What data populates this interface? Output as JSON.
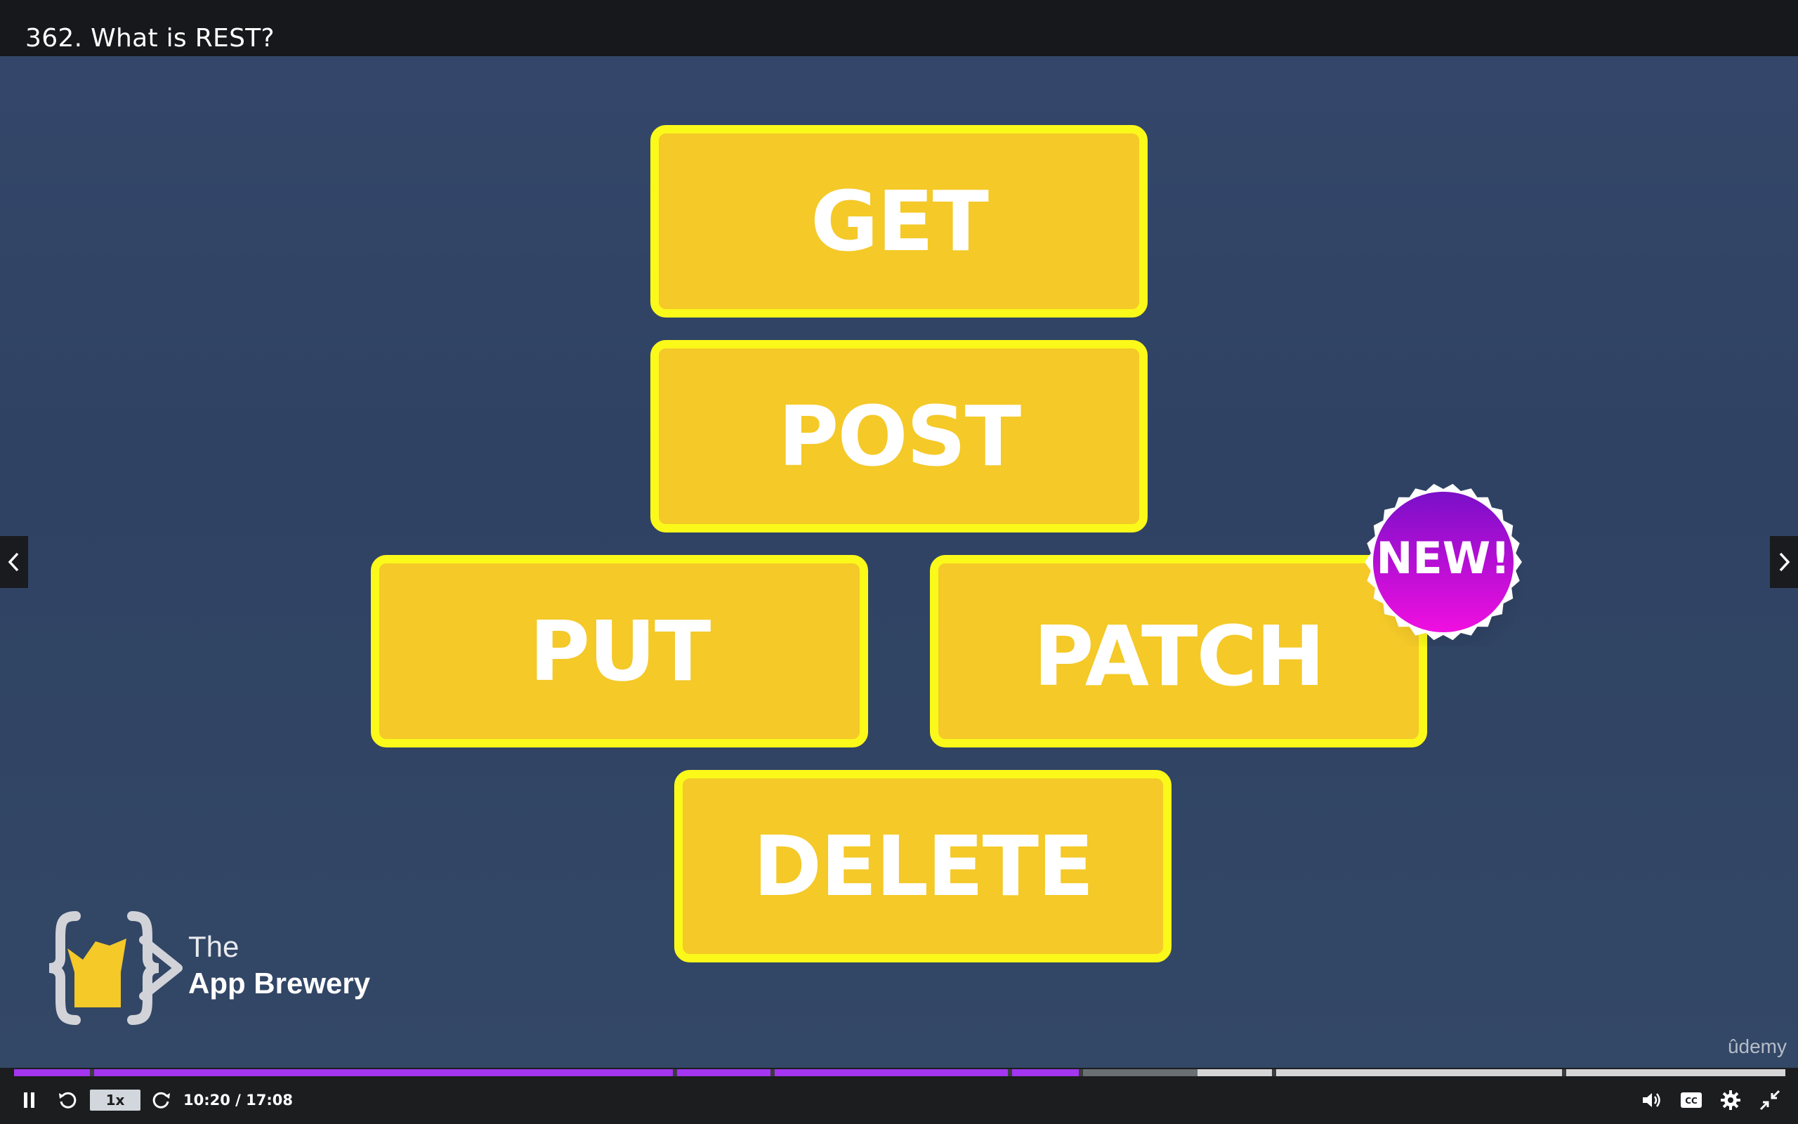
{
  "lecture": {
    "title": "362. What is REST?"
  },
  "slide": {
    "methods": {
      "get": "GET",
      "post": "POST",
      "put": "PUT",
      "patch": "PATCH",
      "delete": "DELETE"
    },
    "badge": "NEW!",
    "logo": {
      "line1": "The",
      "line2": "App Brewery"
    },
    "watermark": "ûdemy",
    "colors": {
      "button_fill": "#f4c928",
      "button_border": "#fbf91a",
      "badge": "#b710e0",
      "background": "#314465"
    }
  },
  "player": {
    "speed": "1x",
    "time_label": "10:20 / 17:08",
    "progress": {
      "current_seconds": 620,
      "total_seconds": 1028,
      "played_fraction": 0.603,
      "buffered_fraction": 0.668
    },
    "accent_color": "#a435f0",
    "icons": [
      "pause-icon",
      "rewind-icon",
      "forward-icon",
      "volume-icon",
      "captions-icon",
      "settings-icon",
      "exit-fullscreen-icon",
      "chevron-left-icon",
      "chevron-right-icon"
    ]
  }
}
